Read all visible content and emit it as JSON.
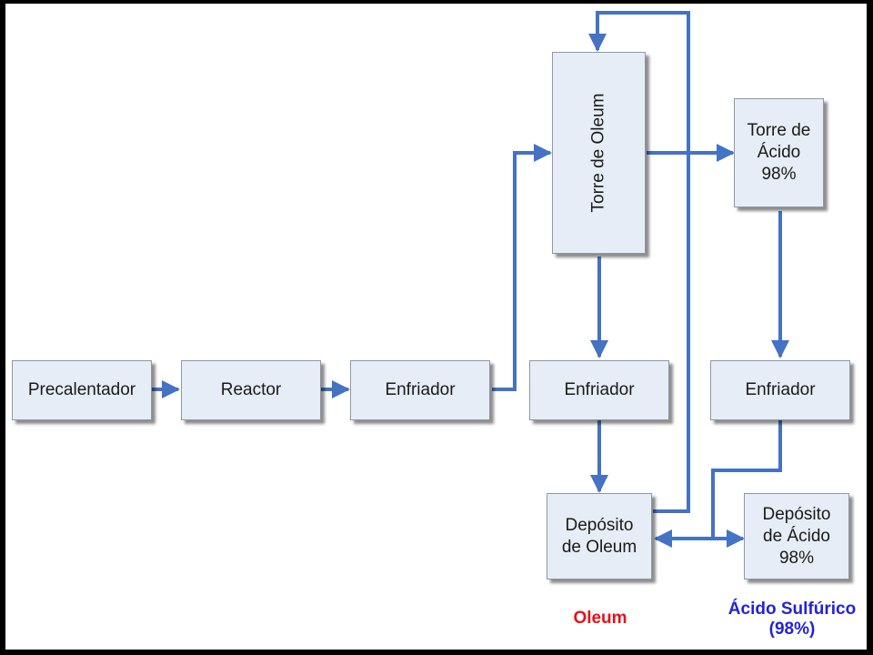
{
  "blocks": {
    "precalentador": "Precalentador",
    "reactor": "Reactor",
    "enfriador_1": "Enfriador",
    "torre_oleum": "Torre de Oleum",
    "torre_acido_l1": "Torre de",
    "torre_acido_l2": "Ácido",
    "torre_acido_l3": "98%",
    "enfriador_2": "Enfriador",
    "enfriador_3": "Enfriador",
    "deposito_oleum_l1": "Depósito",
    "deposito_oleum_l2": "de Oleum",
    "deposito_acido_l1": "Depósito",
    "deposito_acido_l2": "de Ácido",
    "deposito_acido_l3": "98%"
  },
  "products": {
    "oleum": "Oleum",
    "acido_l1": "Ácido Sulfúrico",
    "acido_l2": "(98%)"
  },
  "colors": {
    "arrow": "#4472c4",
    "oleum_label": "#e8101a",
    "acido_label": "#2323d6",
    "box_fill": "#e6edf6"
  }
}
